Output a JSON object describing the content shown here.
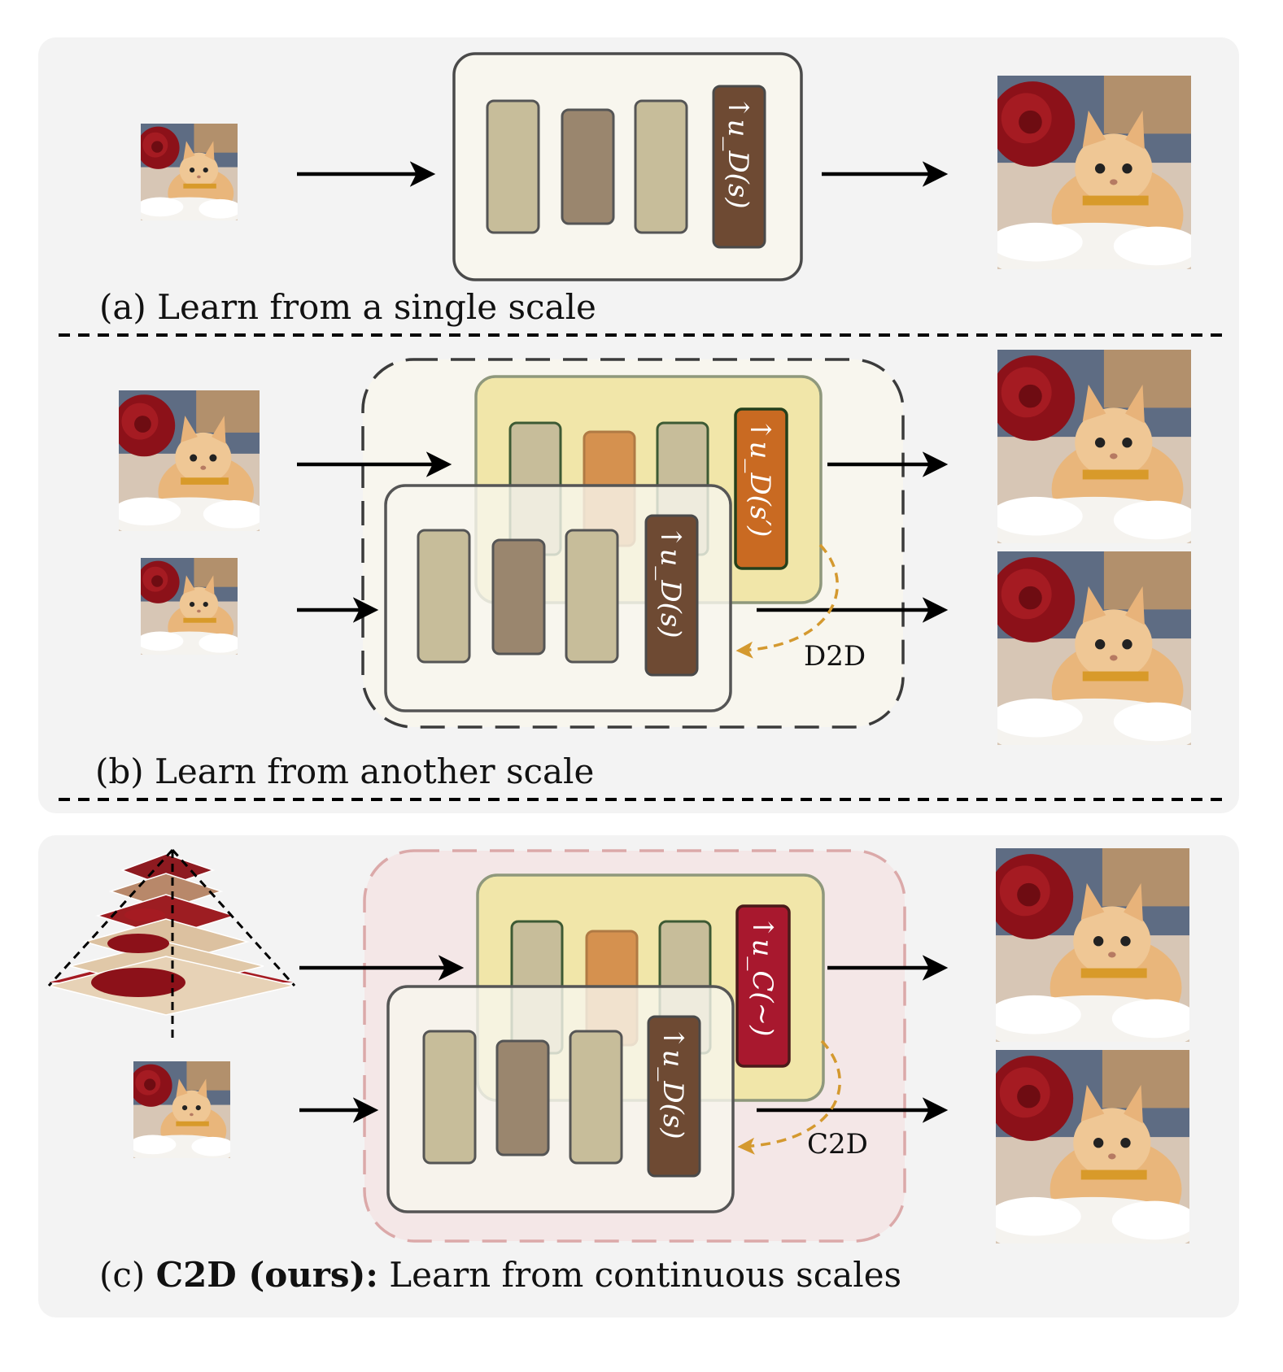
{
  "caption_a": "(a) Learn from a single scale",
  "caption_b": "(b) Learn from another scale",
  "caption_c_prefix": "(c) ",
  "caption_c_bold": "C2D (ours):",
  "caption_c_rest": " Learn from continuous scales",
  "label_d2d": "D2D",
  "label_c2d": "C2D",
  "upsampler_labels": {
    "discrete_s": "↑u_D(s)",
    "discrete_s_prime": "↑u_D(s′)",
    "continuous": "↑u_C(∼)"
  },
  "colors": {
    "panel_bg": "#f3f3f3",
    "student_box": "#f8f6ee",
    "teacher_box": "#f1e6a9",
    "pink_region": "#f4e7e7",
    "layer_tan": "#c7bd9a",
    "layer_brown": "#9a866e",
    "layer_orange": "#d5914f",
    "up_brown": "#6e4a33",
    "up_orange": "#c96a22",
    "up_red": "#a8182e",
    "dashed_arrow": "#d4992f"
  }
}
